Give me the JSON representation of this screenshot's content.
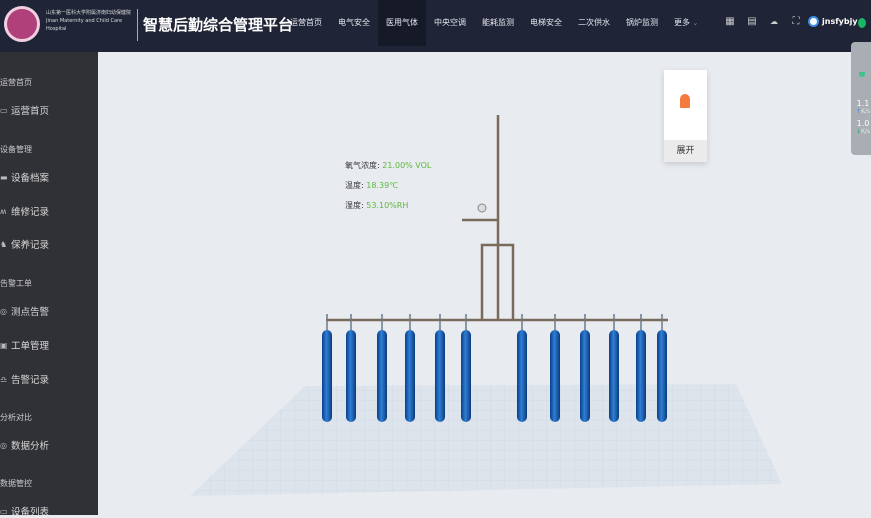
{
  "header": {
    "hospital_name": "山东第一医科大学附属济南妇幼保健院",
    "hospital_en": "Jinan Maternity and Child Care Hospital",
    "title": "智慧后勤综合管理平台",
    "nav": [
      "运营首页",
      "电气安全",
      "医用气体",
      "中央空调",
      "能耗监测",
      "电梯安全",
      "二次供水",
      "锅炉监测",
      "更多"
    ],
    "active": "医用气体",
    "tools": [
      "qrcode-icon",
      "screen-icon",
      "cloud-icon",
      "fullscreen-icon"
    ],
    "user": "jnsfybjy",
    "status_color": "#18b566"
  },
  "sidebar": {
    "groups": [
      {
        "label": "运营首页",
        "items": [
          {
            "label": "运营首页",
            "icon": "monitor-icon"
          }
        ]
      },
      {
        "label": "设备管理",
        "items": [
          {
            "label": "设备档案",
            "icon": "archive-icon"
          },
          {
            "label": "维修记录",
            "icon": "wrench-icon"
          },
          {
            "label": "保养记录",
            "icon": "maintain-icon"
          }
        ]
      },
      {
        "label": "告警工单",
        "items": [
          {
            "label": "测点告警",
            "icon": "alarm-point-icon"
          },
          {
            "label": "工单管理",
            "icon": "order-icon"
          },
          {
            "label": "告警记录",
            "icon": "bell-icon"
          }
        ]
      },
      {
        "label": "分析对比",
        "items": [
          {
            "label": "数据分析",
            "icon": "analysis-icon"
          }
        ]
      },
      {
        "label": "数据管控",
        "items": [
          {
            "label": "设备列表",
            "icon": "list-icon"
          }
        ]
      }
    ]
  },
  "sensor": {
    "oxygen_label": "氧气浓度: ",
    "oxygen": "21.00% VOL",
    "temp_label": "温度: ",
    "temp": "18.39℃",
    "humidity_label": "湿度: ",
    "humidity": "53.10%RH"
  },
  "alarm_card": {
    "expand": "展开",
    "icon": "bell-icon",
    "color": "#f47a3e"
  },
  "network": {
    "up": "1.1",
    "up_unit": "K/s",
    "down": "1.0",
    "down_unit": "K/s"
  }
}
